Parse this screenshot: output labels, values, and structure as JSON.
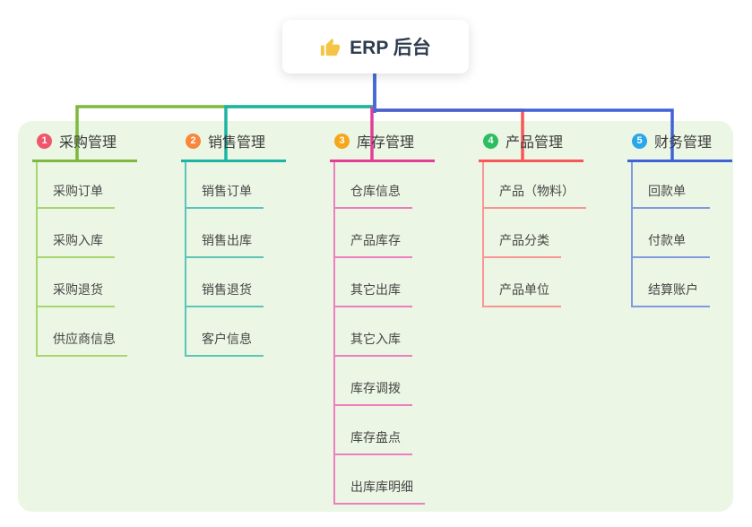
{
  "root": {
    "title": "ERP 后台",
    "icon": "thumbs-up-icon",
    "icon_color": "#f6c445",
    "line_color": "#4a68d9"
  },
  "panel_color": "#ebf6e4",
  "branches": [
    {
      "num": "1",
      "title": "采购管理",
      "badge_color": "#f0566c",
      "line_color": "#7cb93e",
      "child_line_color": "#a9d56f",
      "children": [
        "采购订单",
        "采购入库",
        "采购退货",
        "供应商信息"
      ]
    },
    {
      "num": "2",
      "title": "销售管理",
      "badge_color": "#f8863b",
      "line_color": "#1db3a5",
      "child_line_color": "#5cc5ba",
      "children": [
        "销售订单",
        "销售出库",
        "销售退货",
        "客户信息"
      ]
    },
    {
      "num": "3",
      "title": "库存管理",
      "badge_color": "#f7a51b",
      "line_color": "#e23e97",
      "child_line_color": "#ee7ec0",
      "children": [
        "仓库信息",
        "产品库存",
        "其它出库",
        "其它入库",
        "库存调拨",
        "库存盘点",
        "出库库明细"
      ]
    },
    {
      "num": "4",
      "title": "产品管理",
      "badge_color": "#2dbd62",
      "line_color": "#f85757",
      "child_line_color": "#fa9595",
      "children": [
        "产品（物料）",
        "产品分类",
        "产品单位"
      ]
    },
    {
      "num": "5",
      "title": "财务管理",
      "badge_color": "#2aa7e8",
      "line_color": "#3f62d6",
      "child_line_color": "#8198e2",
      "children": [
        "回款单",
        "付款单",
        "结算账户"
      ]
    }
  ]
}
